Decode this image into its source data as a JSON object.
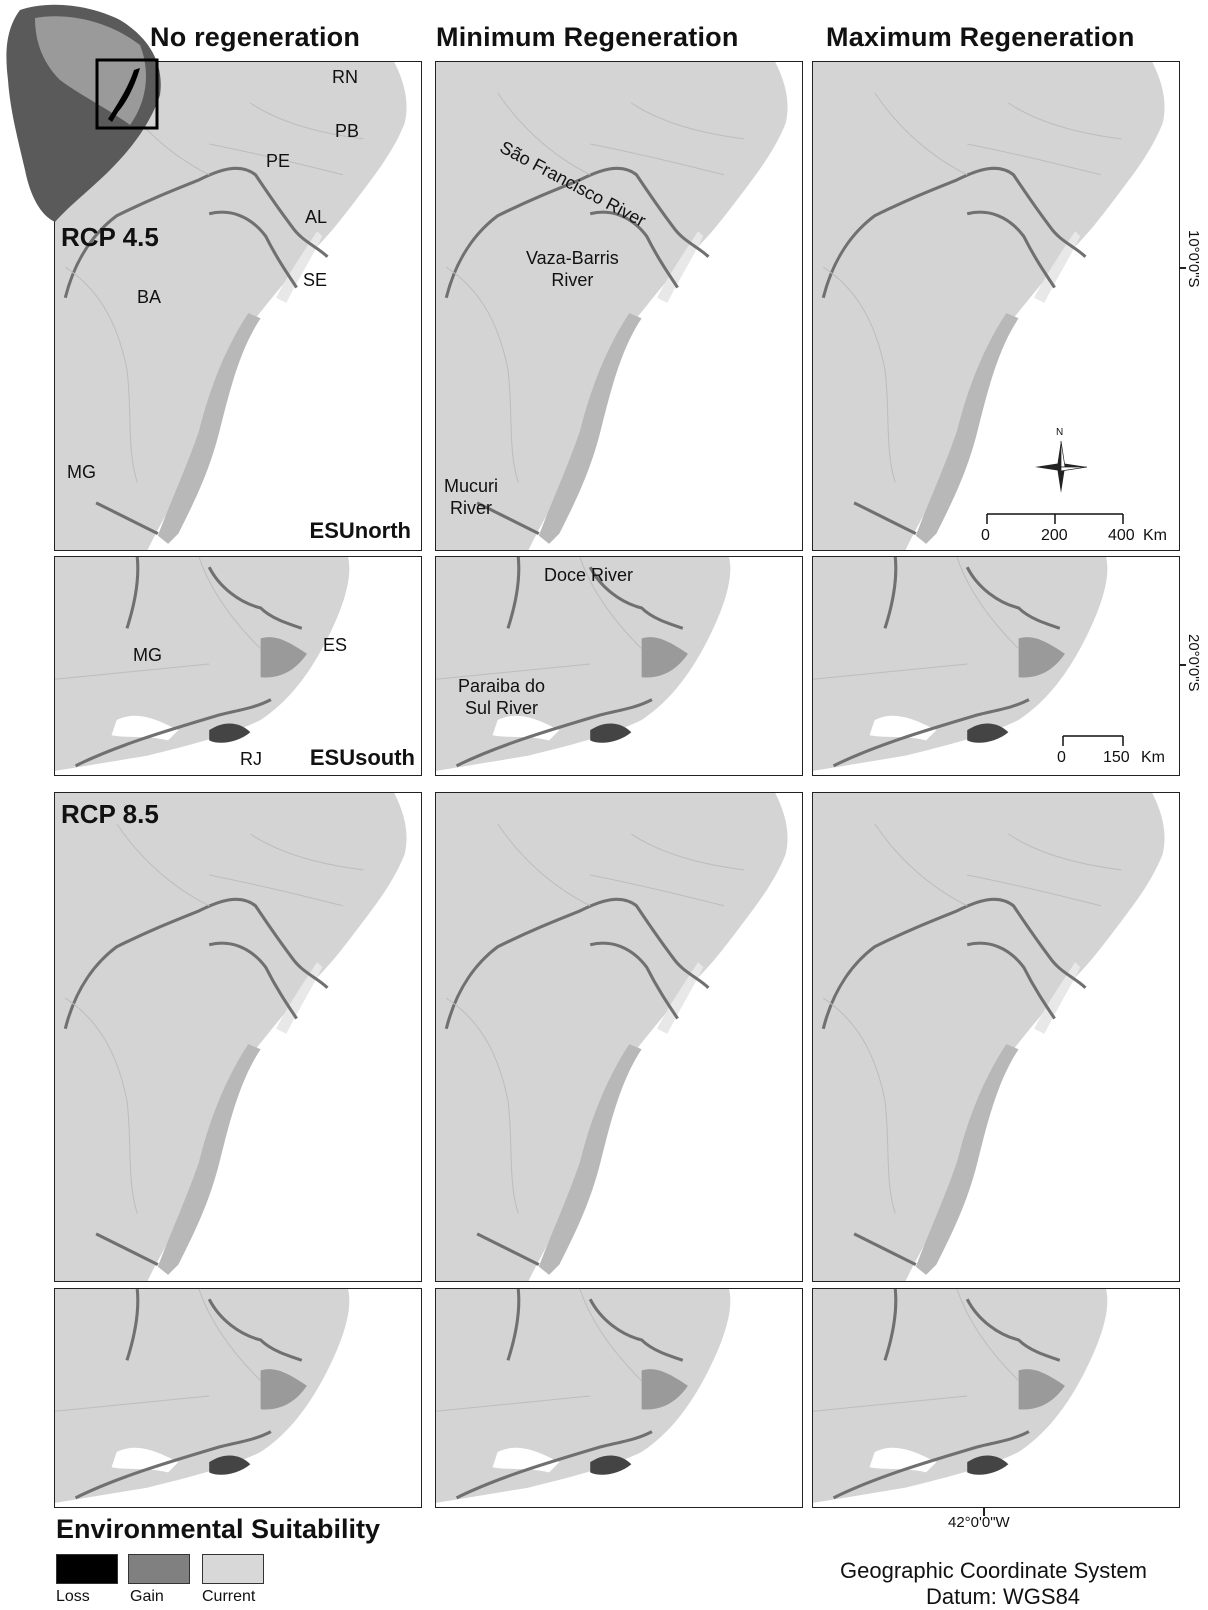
{
  "columns": [
    "No regeneration",
    "Minimum Regeneration",
    "Maximum Regeneration"
  ],
  "scenarios": [
    "RCP 4.5",
    "RCP 8.5"
  ],
  "regions": {
    "north": "ESUnorth",
    "south": "ESUsouth"
  },
  "state_labels": {
    "rn": "RN",
    "pb": "PB",
    "pe": "PE",
    "al": "AL",
    "se": "SE",
    "ba": "BA",
    "mg_north": "MG",
    "mg_south": "MG",
    "es": "ES",
    "rj": "RJ"
  },
  "river_labels": {
    "sao_francisco": "São Francisco River",
    "vaza_barris": [
      "Vaza-Barris",
      "River"
    ],
    "mucuri": [
      "Mucuri",
      "River"
    ],
    "doce": "Doce River",
    "paraiba": [
      "Paraiba do",
      "Sul River"
    ]
  },
  "north_arrow": {
    "label": "N"
  },
  "scale_bar_north": {
    "ticks": [
      "0",
      "200",
      "400"
    ],
    "unit": "Km"
  },
  "scale_bar_south": {
    "ticks": [
      "0",
      "150"
    ],
    "unit": "Km"
  },
  "coordinates": {
    "lat_10": "10°0'0\"S",
    "lat_20": "20°0'0\"S",
    "lon_42": "42°0'0\"W"
  },
  "legend": {
    "title": "Environmental Suitability",
    "items": [
      {
        "label": "Loss",
        "color": "#000000"
      },
      {
        "label": "Gain",
        "color": "#808080"
      },
      {
        "label": "Current",
        "color": "#d8d8d8"
      }
    ]
  },
  "projection": {
    "line1": "Geographic Coordinate System",
    "line2": "Datum: WGS84"
  },
  "colors": {
    "land": "#d4d4d4",
    "ocean": "#ffffff",
    "border": "#b8b8b8",
    "river": "#707070",
    "inset_land": "#5a5a5a",
    "inset_region": "#9a9a9a"
  }
}
